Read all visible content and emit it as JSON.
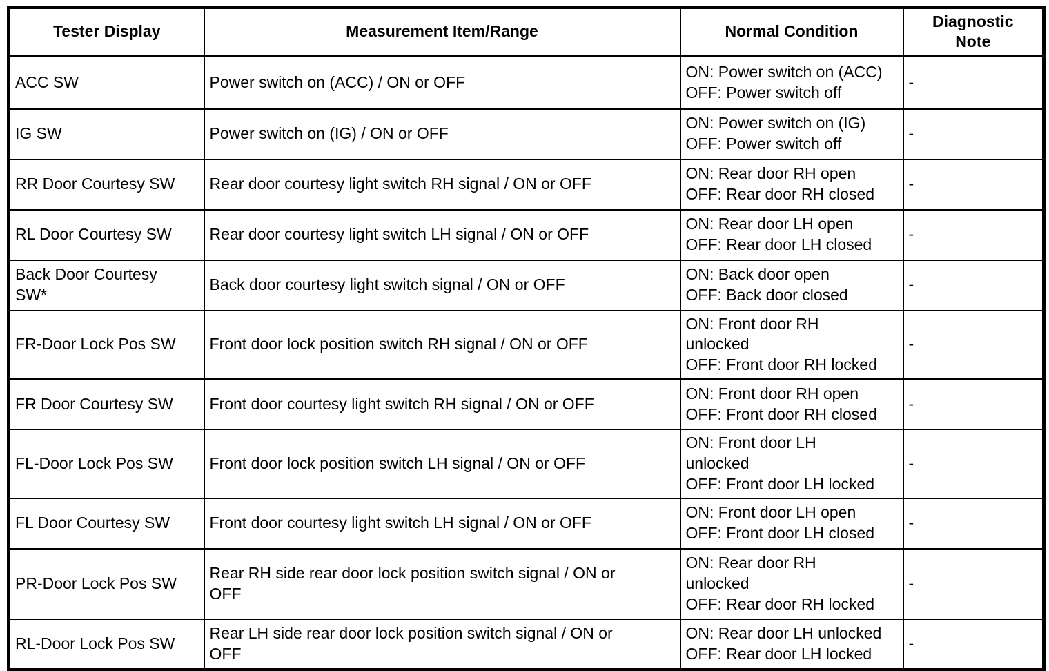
{
  "colors": {
    "text": "#000000",
    "border": "#000000",
    "background": "#ffffff"
  },
  "table": {
    "headers": [
      "Tester Display",
      "Measurement Item/Range",
      "Normal Condition",
      "Diagnostic\nNote"
    ],
    "rows": [
      [
        "ACC SW",
        "Power switch on (ACC) / ON or OFF",
        "ON: Power switch on (ACC)\nOFF: Power switch off",
        "-"
      ],
      [
        "IG SW",
        "Power switch on (IG) / ON or OFF",
        "ON: Power switch on (IG)\nOFF: Power switch off",
        "-"
      ],
      [
        "RR Door Courtesy SW",
        "Rear door courtesy light switch RH signal / ON or OFF",
        "ON: Rear door RH open\nOFF: Rear door RH closed",
        "-"
      ],
      [
        "RL Door Courtesy SW",
        "Rear door courtesy light switch LH signal / ON or OFF",
        "ON: Rear door LH open\nOFF: Rear door LH closed",
        "-"
      ],
      [
        "Back Door Courtesy\nSW*",
        "Back door courtesy light switch signal / ON or OFF",
        "ON: Back door open\nOFF: Back door closed",
        "-"
      ],
      [
        "FR-Door Lock Pos SW",
        "Front door lock position switch RH signal / ON or OFF",
        "ON: Front door RH\nunlocked\nOFF: Front door RH locked",
        "-"
      ],
      [
        "FR Door Courtesy SW",
        "Front door courtesy light switch RH signal / ON or OFF",
        "ON: Front door RH open\nOFF: Front door RH closed",
        "-"
      ],
      [
        "FL-Door Lock Pos SW",
        "Front door lock position switch LH signal / ON or OFF",
        "ON: Front door LH\nunlocked\nOFF: Front door LH locked",
        "-"
      ],
      [
        "FL Door Courtesy SW",
        "Front door courtesy light switch LH signal / ON or OFF",
        "ON: Front door LH open\nOFF: Front door LH closed",
        "-"
      ],
      [
        "PR-Door Lock Pos SW",
        "Rear RH side rear door lock position switch signal / ON or\nOFF",
        "ON: Rear door RH\nunlocked\nOFF: Rear door RH locked",
        "-"
      ],
      [
        "RL-Door Lock Pos SW",
        "Rear LH side rear door lock position switch signal / ON or\nOFF",
        "ON: Rear door LH unlocked\nOFF: Rear door LH locked",
        "-"
      ]
    ]
  }
}
